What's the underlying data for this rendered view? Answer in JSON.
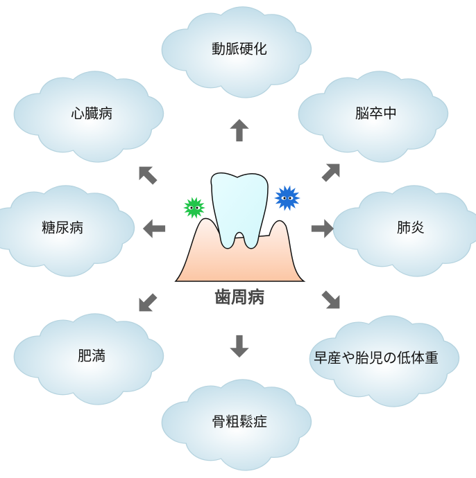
{
  "center": {
    "label": "歯周病"
  },
  "diseases": [
    {
      "label": "動脈硬化"
    },
    {
      "label": "心臓病"
    },
    {
      "label": "脳卒中"
    },
    {
      "label": "糖尿病"
    },
    {
      "label": "肺炎"
    },
    {
      "label": "肥満"
    },
    {
      "label": "早産や胎児の低体重"
    },
    {
      "label": "骨粗鬆症"
    }
  ],
  "colors": {
    "arrow": "#6b6b6b",
    "cloud_edge": "#b9d6e2",
    "cloud_center": "#ffffff",
    "cloud_outer": "#c4dfea",
    "germ_green": "#22c44a",
    "germ_blue": "#1f6fd6",
    "gum_top": "#fff1ea",
    "gum_bottom": "#fcc9a8",
    "tooth": "#dcfbfd"
  }
}
